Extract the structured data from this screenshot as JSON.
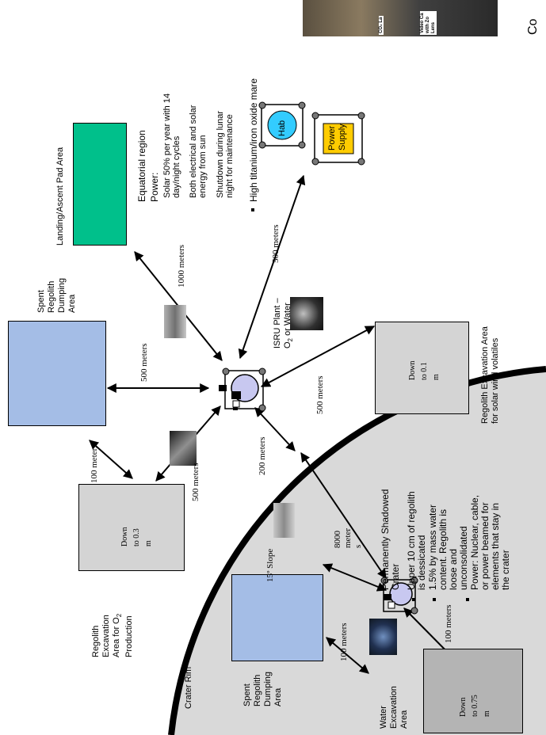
{
  "colors": {
    "crater_fill": "#d9d9d9",
    "crater_rim": "#000000",
    "blue_area": "#a4bde6",
    "green_area": "#00c08b",
    "gray_area": "#d4d4d4",
    "dark_gray_area": "#b4b4b4",
    "hab_fill": "#33ccff",
    "power_fill": "#ffcc00",
    "plant_fill": "#c8c8f0"
  },
  "labels": {
    "landing_area": "Landing/Ascent Pad Area",
    "spent_regolith_top": [
      "Spent",
      "Regolith",
      "Dumping",
      "Area"
    ],
    "regolith_o2": [
      "Regolith",
      "Excavation",
      "Area for O",
      "Production"
    ],
    "o2_sub": "2",
    "isru_plant": [
      "ISRU Plant –",
      "O",
      " or Water"
    ],
    "isru_sub": "2",
    "regolith_solar": [
      "Regolith Excavation Area",
      "for solar wind volatiles"
    ],
    "crater_rim": "Crater Rim",
    "spent_regolith_crater": [
      "Spent",
      "Regolith",
      "Dumping",
      "Area"
    ],
    "water_excavation": [
      "Water",
      "Excavation",
      "Area"
    ],
    "slope": "15º Slope",
    "co2_laser": "CO₂ La",
    "video_camera": [
      "Video Ca",
      "with Zo",
      "Lens"
    ],
    "edge_text": "Co"
  },
  "boxes": {
    "down_03": [
      "Down",
      "to 0.3",
      "m"
    ],
    "down_01": [
      "Down",
      "to 0.1",
      "m"
    ],
    "down_075": [
      "Down",
      "to 0.75",
      "m"
    ]
  },
  "distances": {
    "d_500_left": "500 meters",
    "d_1000": "1000 meters",
    "d_500_hab": "500 meters",
    "d_100_top": "100 meters",
    "d_500_mid": "500 meters",
    "d_200": "200 meters",
    "d_500_solar": "500 meters",
    "d_8000": [
      "8000",
      "meter",
      "s"
    ],
    "d_100_left": "100 meters",
    "d_100_right": "100 meters"
  },
  "modules": {
    "hab": "Hab",
    "power": [
      "Power",
      "Supply"
    ]
  },
  "equatorial": {
    "title": "Equatorial region",
    "power_label": "Power:",
    "items": [
      [
        "Solar 50% per year with 14",
        "day/night cycles"
      ],
      [
        "Both electrical and solar",
        "energy from sun"
      ],
      [
        "Shutdown during lunar",
        "night for maintenance"
      ]
    ],
    "mare": "High titanium/iron oxide mare"
  },
  "crater": {
    "title": [
      "Permanently Shadowed",
      "Crater"
    ],
    "items": [
      [
        "Upper 10 cm of regolith",
        "is dessicated"
      ],
      [
        "1.5% by mass water",
        "content.  Regolith is",
        "loose and",
        "unconsolidated"
      ],
      [
        "Power: Nuclear, cable,",
        "or power beamed for",
        "elements        that stay in",
        "the crater"
      ]
    ]
  }
}
